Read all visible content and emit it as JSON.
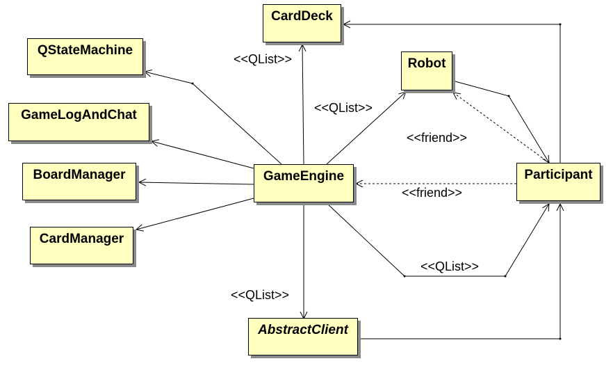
{
  "nodes": {
    "card_deck": "CardDeck",
    "qstate_machine": "QStateMachine",
    "game_log_and_chat": "GameLogAndChat",
    "board_manager": "BoardManager",
    "card_manager": "CardManager",
    "game_engine": "GameEngine",
    "robot": "Robot",
    "participant": "Participant",
    "abstract_client": "AbstractClient"
  },
  "edge_labels": {
    "engine_carddeck": "<<QList>>",
    "engine_robot": "<<QList>>",
    "robot_participant_friend": "<<friend>>",
    "participant_engine_friend": "<<friend>>",
    "engine_participant": "<<QList>>",
    "engine_abstractclient": "<<QList>>"
  }
}
